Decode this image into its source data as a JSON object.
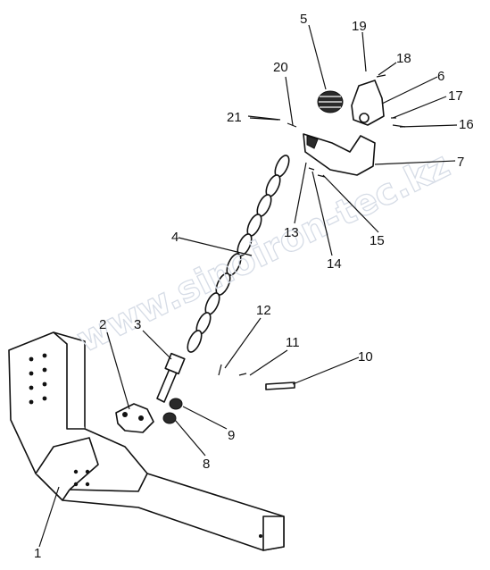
{
  "watermark": "www.sinoiron-tec.kz",
  "callouts": [
    "1",
    "2",
    "3",
    "4",
    "5",
    "6",
    "7",
    "8",
    "9",
    "10",
    "11",
    "12",
    "13",
    "14",
    "15",
    "16",
    "17",
    "18",
    "19",
    "20",
    "21"
  ],
  "colors": {
    "ink": "#111111",
    "watermark": "#d6dce6",
    "background": "#ffffff"
  }
}
